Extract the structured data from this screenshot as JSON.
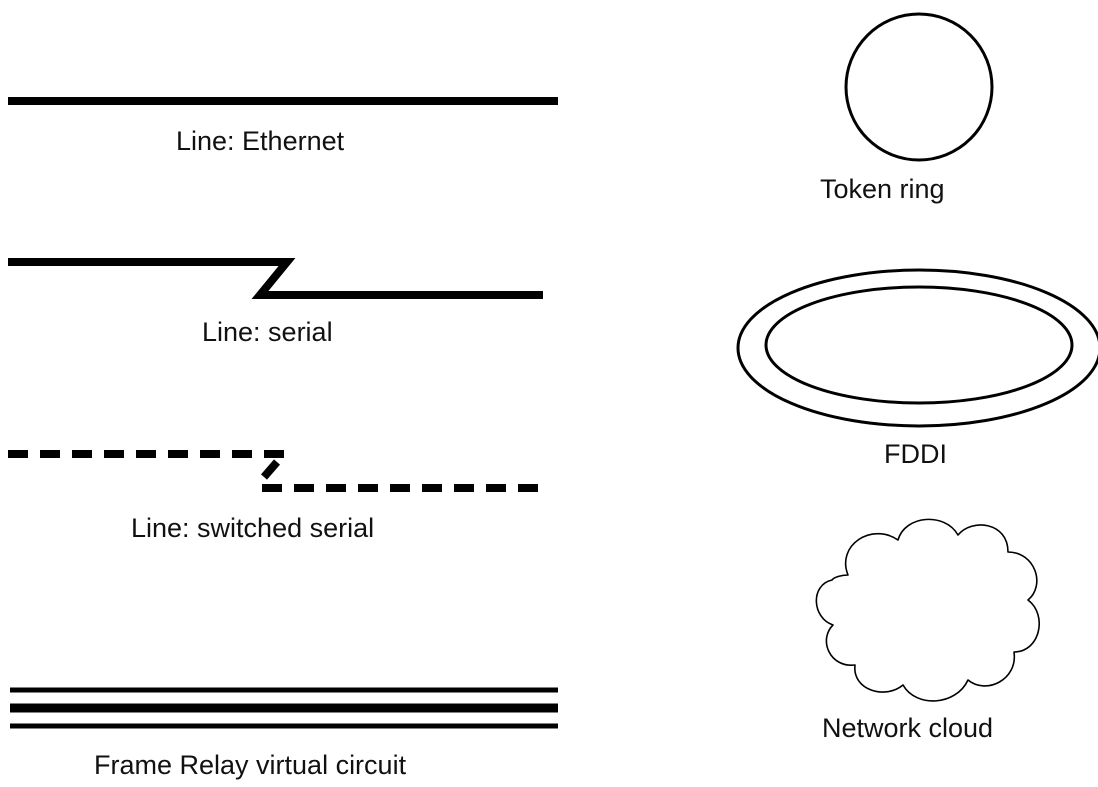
{
  "symbols": {
    "ethernet": {
      "label": "Line: Ethernet",
      "icon": "ethernet-line-icon"
    },
    "serial": {
      "label": "Line: serial",
      "icon": "serial-line-icon"
    },
    "switched_serial": {
      "label": "Line: switched serial",
      "icon": "switched-serial-line-icon"
    },
    "frame_relay": {
      "label": "Frame Relay virtual circuit",
      "icon": "frame-relay-circuit-icon"
    },
    "token_ring": {
      "label": "Token ring",
      "icon": "token-ring-icon"
    },
    "fddi": {
      "label": "FDDI",
      "icon": "fddi-ring-icon"
    },
    "network_cloud": {
      "label": "Network cloud",
      "icon": "network-cloud-icon"
    }
  },
  "colors": {
    "stroke": "#000000",
    "background": "#ffffff"
  }
}
